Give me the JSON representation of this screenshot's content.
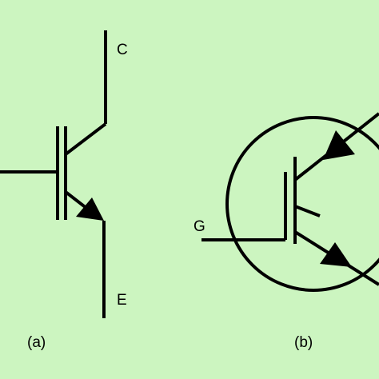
{
  "background_color": "#ccf5c0",
  "stroke_color": "#000000",
  "symbol_a": {
    "collector_label": "C",
    "emitter_label": "E",
    "caption": "(a)"
  },
  "symbol_b": {
    "gate_label": "G",
    "caption": "(b)"
  }
}
